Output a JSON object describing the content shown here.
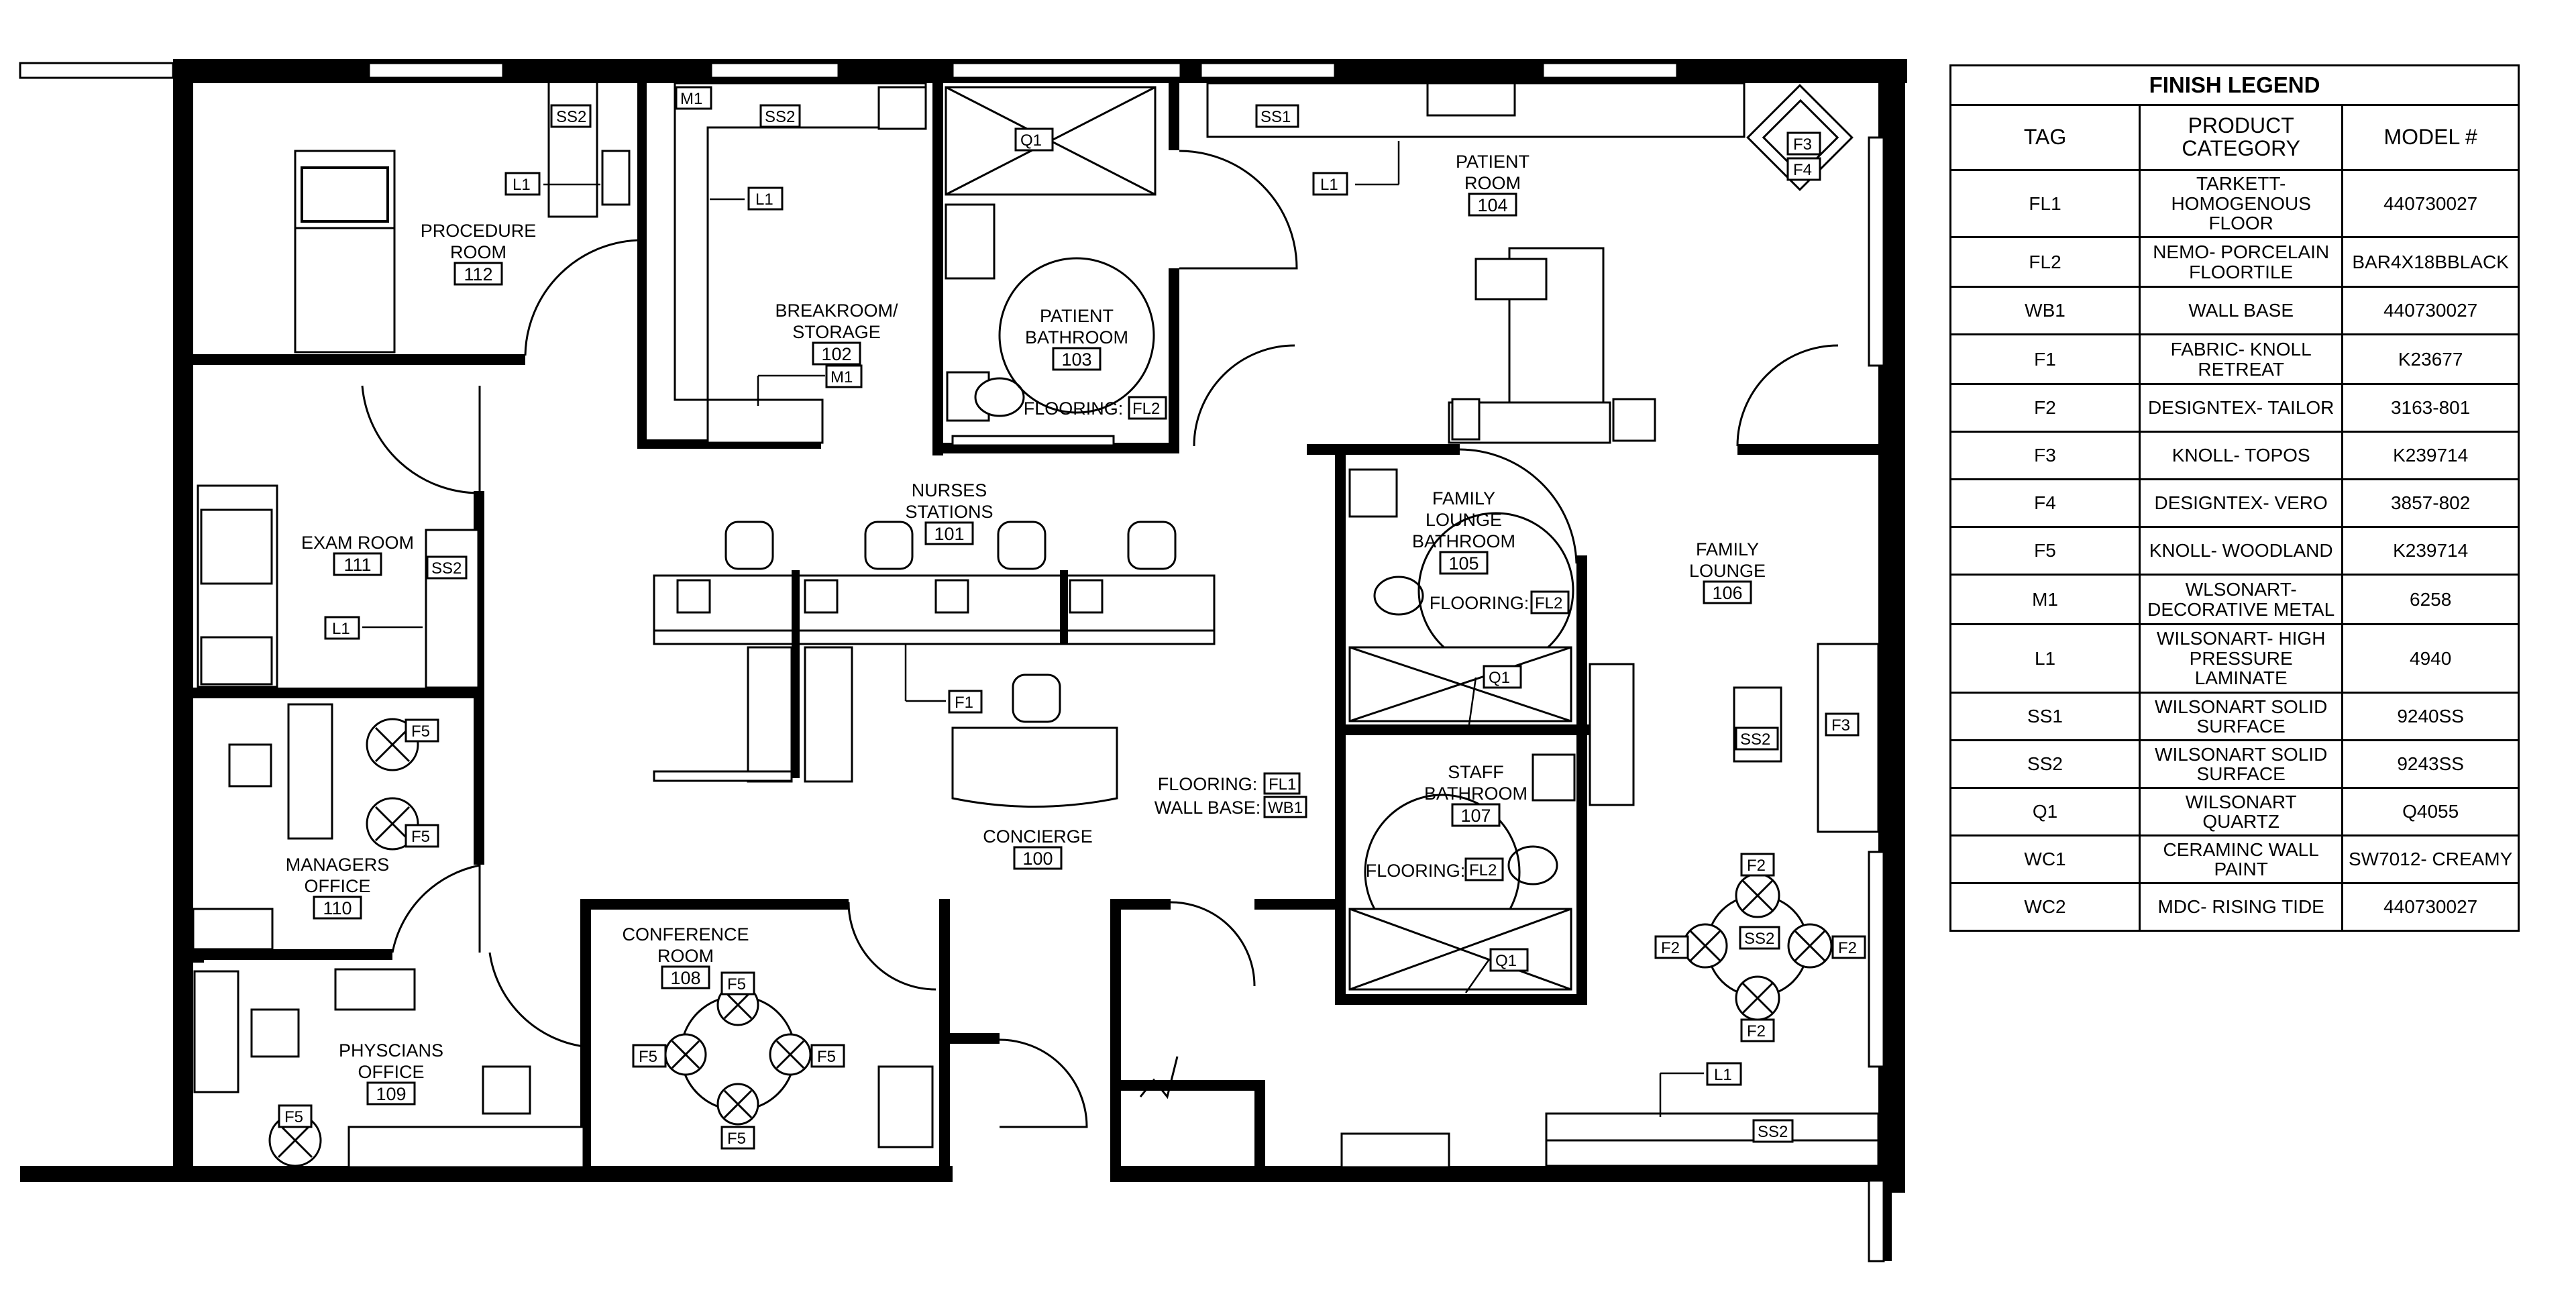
{
  "legend": {
    "title": "FINISH LEGEND",
    "headers": [
      "TAG",
      "PRODUCT CATEGORY",
      "MODEL #"
    ],
    "rows": [
      {
        "tag": "FL1",
        "category": "TARKETT- HOMOGENOUS FLOOR",
        "model": "440730027"
      },
      {
        "tag": "FL2",
        "category": "NEMO- PORCELAIN FLOORTILE",
        "model": "BAR4X18BBLACK"
      },
      {
        "tag": "WB1",
        "category": "WALL BASE",
        "model": "440730027"
      },
      {
        "tag": "F1",
        "category": "FABRIC- KNOLL RETREAT",
        "model": "K23677"
      },
      {
        "tag": "F2",
        "category": "DESIGNTEX- TAILOR",
        "model": "3163-801"
      },
      {
        "tag": "F3",
        "category": "KNOLL- TOPOS",
        "model": "K239714"
      },
      {
        "tag": "F4",
        "category": "DESIGNTEX- VERO",
        "model": "3857-802"
      },
      {
        "tag": "F5",
        "category": "KNOLL- WOODLAND",
        "model": "K239714"
      },
      {
        "tag": "M1",
        "category": "WLSONART- DECORATIVE METAL",
        "model": "6258"
      },
      {
        "tag": "L1",
        "category": "WILSONART- HIGH PRESSURE LAMINATE",
        "model": "4940"
      },
      {
        "tag": "SS1",
        "category": "WILSONART SOLID SURFACE",
        "model": "9240SS"
      },
      {
        "tag": "SS2",
        "category": "WILSONART SOLID SURFACE",
        "model": "9243SS"
      },
      {
        "tag": "Q1",
        "category": "WILSONART QUARTZ",
        "model": "Q4055"
      },
      {
        "tag": "WC1",
        "category": "CERAMINC WALL PAINT",
        "model": "SW7012- CREAMY"
      },
      {
        "tag": "WC2",
        "category": "MDC- RISING TIDE",
        "model": "440730027"
      }
    ]
  },
  "rooms": {
    "procedure": {
      "name": [
        "PROCEDURE",
        "ROOM"
      ],
      "number": "112"
    },
    "breakroom": {
      "name": [
        "BREAKROOM/",
        "STORAGE"
      ],
      "number": "102"
    },
    "patient_bath": {
      "name": [
        "PATIENT",
        "BATHROOM"
      ],
      "number": "103"
    },
    "patient_room": {
      "name": [
        "PATIENT",
        "ROOM"
      ],
      "number": "104"
    },
    "exam": {
      "name": [
        "EXAM ROOM"
      ],
      "number": "111"
    },
    "nurses": {
      "name": [
        "NURSES",
        "STATIONS"
      ],
      "number": "101"
    },
    "family_lounge_bath": {
      "name": [
        "FAMILY",
        "LOUNGE",
        "BATHROOM"
      ],
      "number": "105"
    },
    "family_lounge": {
      "name": [
        "FAMILY",
        "LOUNGE"
      ],
      "number": "106"
    },
    "managers": {
      "name": [
        "MANAGERS",
        "OFFICE"
      ],
      "number": "110"
    },
    "concierge": {
      "name": [
        "CONCIERGE"
      ],
      "number": "100"
    },
    "staff_bath": {
      "name": [
        "STAFF",
        "BATHROOM"
      ],
      "number": "107"
    },
    "conference": {
      "name": [
        "CONFERENCE",
        "ROOM"
      ],
      "number": "108"
    },
    "physicians": {
      "name": [
        "PHYSCIANS",
        "OFFICE"
      ],
      "number": "109"
    }
  },
  "notes": {
    "flooring": "FLOORING:",
    "wall_base": "WALL BASE:"
  },
  "tags": {
    "SS1": "SS1",
    "SS2": "SS2",
    "L1": "L1",
    "M1": "M1",
    "Q1": "Q1",
    "F1": "F1",
    "F2": "F2",
    "F3": "F3",
    "F4": "F4",
    "F5": "F5",
    "FL1": "FL1",
    "FL2": "FL2",
    "WB1": "WB1"
  }
}
